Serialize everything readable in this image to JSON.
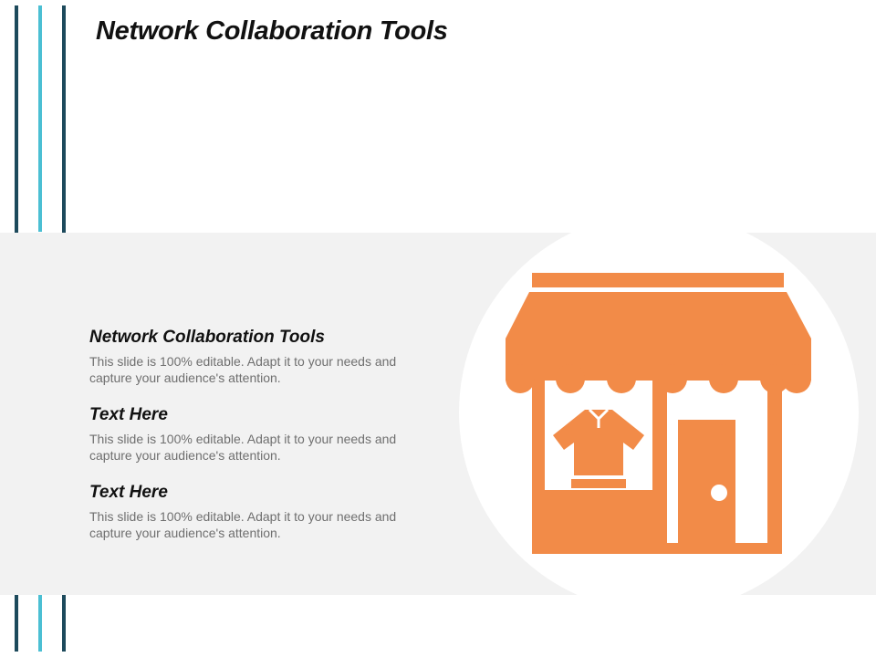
{
  "slide": {
    "title": "Network Collaboration Tools"
  },
  "items": [
    {
      "heading": "Network Collaboration Tools",
      "body": "This slide is 100% editable. Adapt it to your needs and capture your audience's attention."
    },
    {
      "heading": "Text Here",
      "body": "This slide is 100% editable. Adapt it to your needs and capture your audience's attention."
    },
    {
      "heading": "Text Here",
      "body": "This slide is 100% editable. Adapt it to your needs and capture your audience's attention."
    }
  ],
  "illustration": {
    "icon": "storefront-icon",
    "color": "#f28b48"
  },
  "colors": {
    "accent_dark": "#1d4a5c",
    "accent_light": "#4bbfd3",
    "band": "#f2f2f2"
  }
}
